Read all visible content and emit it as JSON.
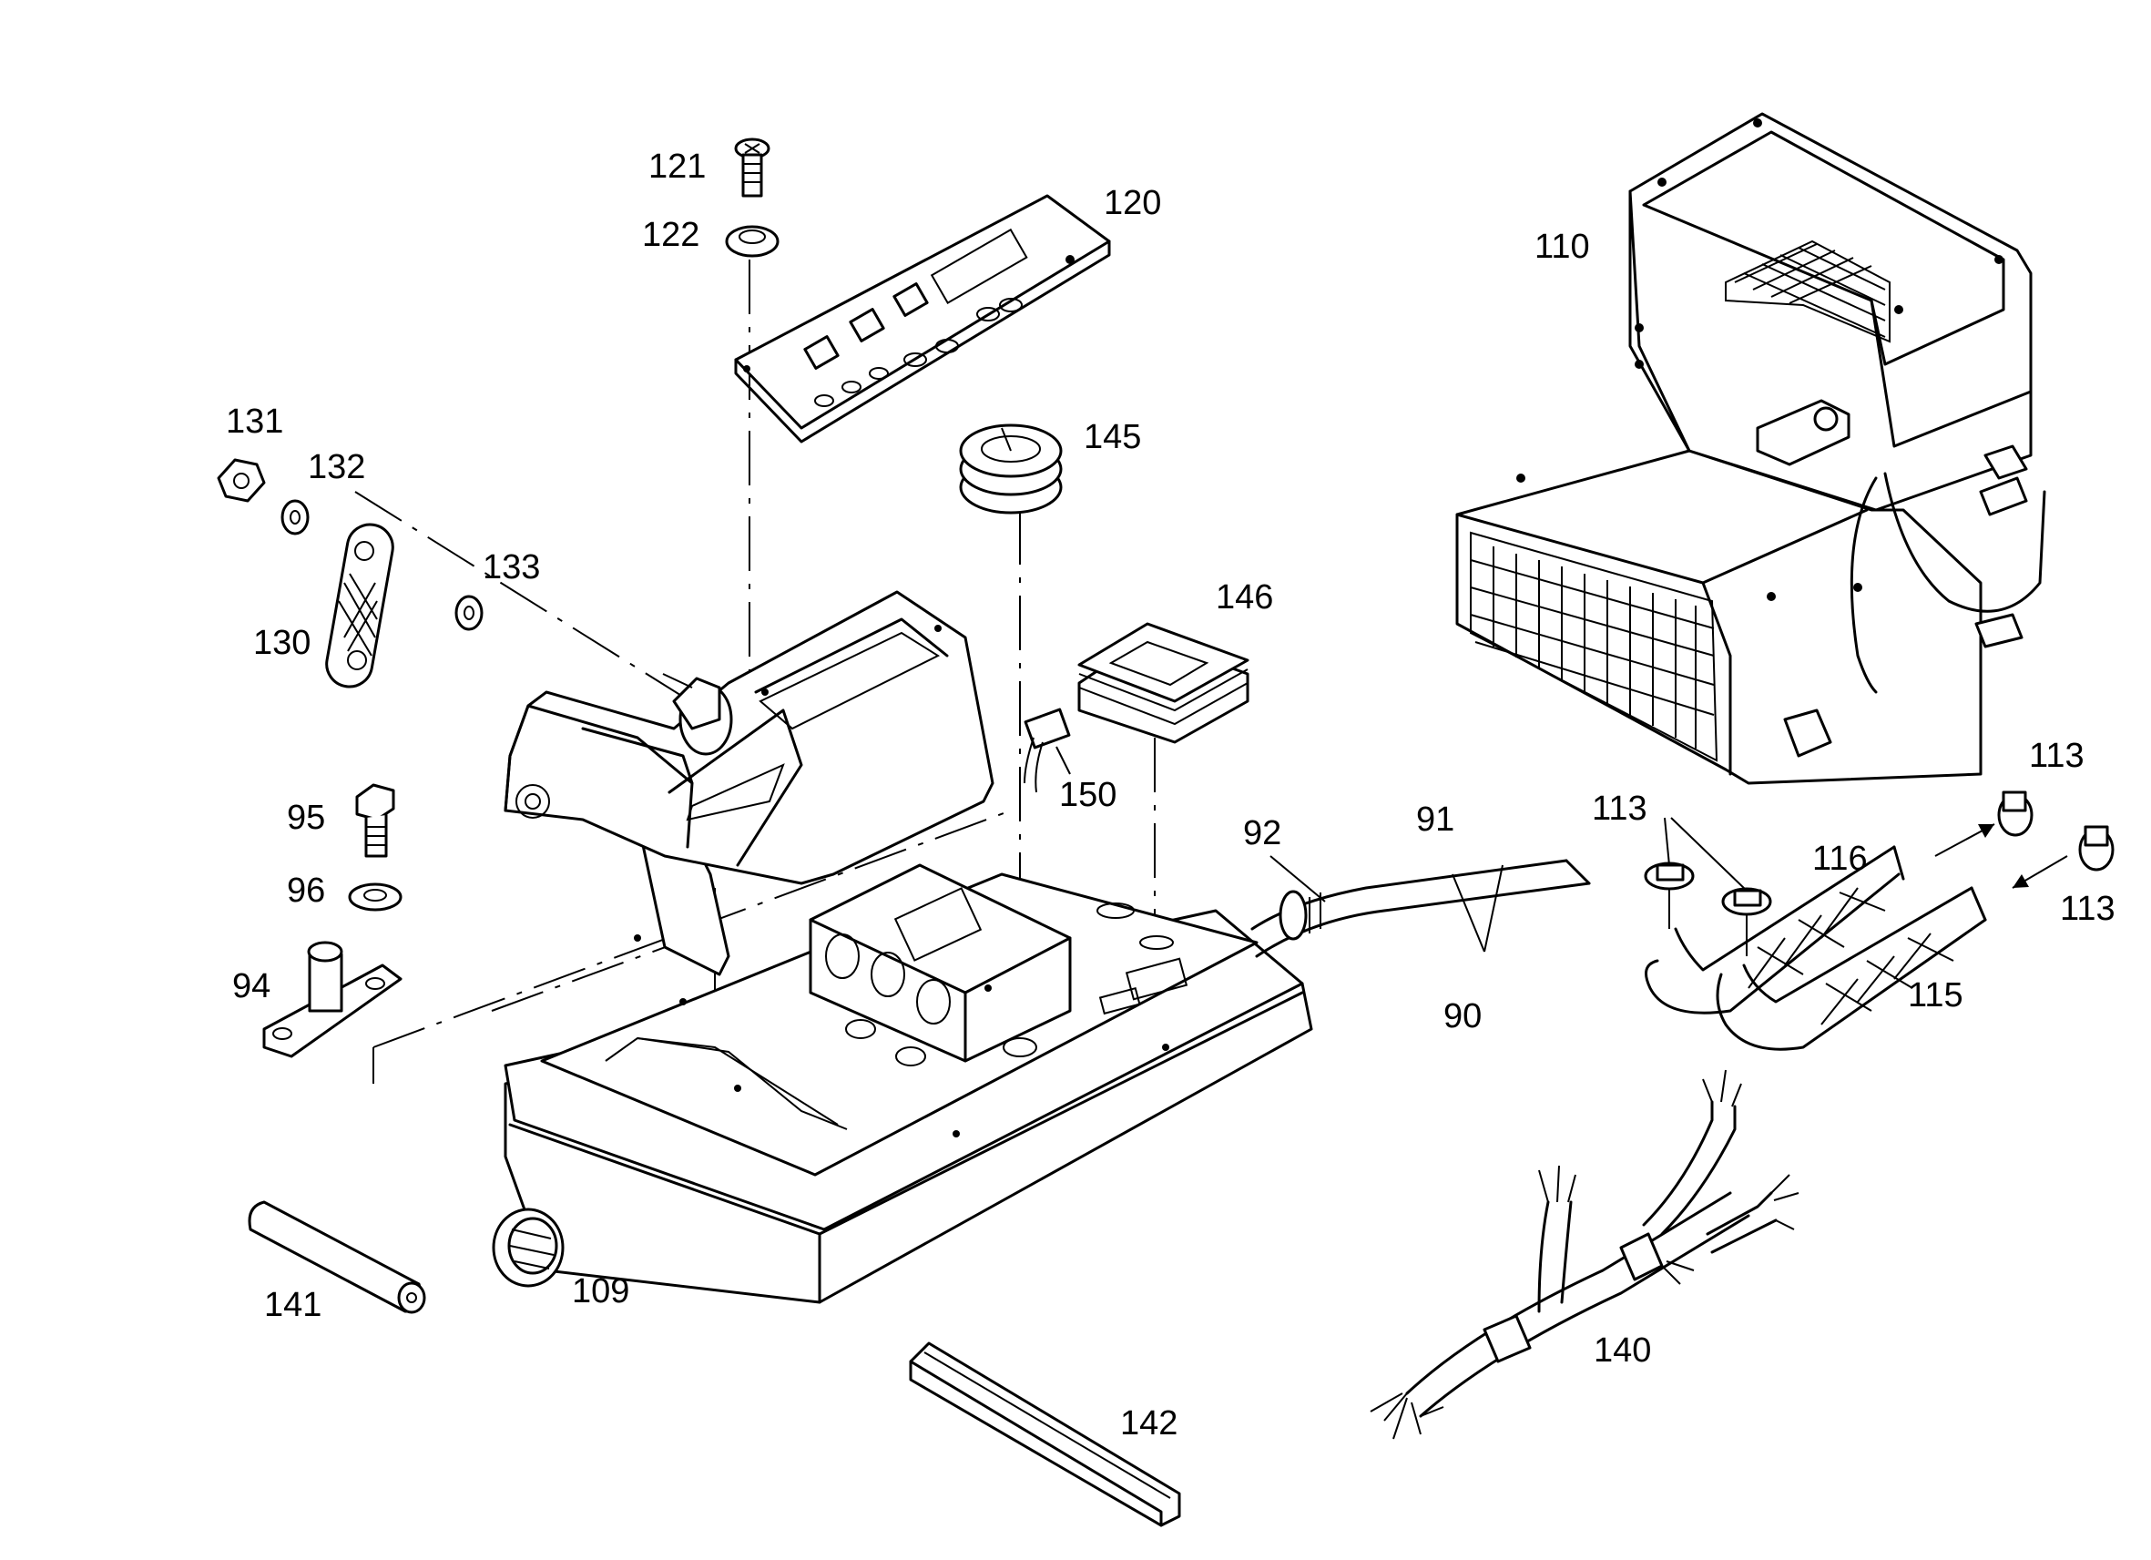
{
  "callouts": [
    {
      "id": "p121",
      "label": "121"
    },
    {
      "id": "p122",
      "label": "122"
    },
    {
      "id": "p120",
      "label": "120"
    },
    {
      "id": "p110",
      "label": "110"
    },
    {
      "id": "p131",
      "label": "131"
    },
    {
      "id": "p132",
      "label": "132"
    },
    {
      "id": "p145",
      "label": "145"
    },
    {
      "id": "p133",
      "label": "133"
    },
    {
      "id": "p130",
      "label": "130"
    },
    {
      "id": "p146",
      "label": "146"
    },
    {
      "id": "p150",
      "label": "150"
    },
    {
      "id": "p95",
      "label": "95"
    },
    {
      "id": "p92",
      "label": "92"
    },
    {
      "id": "p91",
      "label": "91"
    },
    {
      "id": "p113a",
      "label": "113"
    },
    {
      "id": "p113b",
      "label": "113"
    },
    {
      "id": "p113c",
      "label": "113"
    },
    {
      "id": "p116",
      "label": "116"
    },
    {
      "id": "p96",
      "label": "96"
    },
    {
      "id": "p94",
      "label": "94"
    },
    {
      "id": "p90",
      "label": "90"
    },
    {
      "id": "p115",
      "label": "115"
    },
    {
      "id": "p109",
      "label": "109"
    },
    {
      "id": "p141",
      "label": "141"
    },
    {
      "id": "p140",
      "label": "140"
    },
    {
      "id": "p142",
      "label": "142"
    }
  ]
}
